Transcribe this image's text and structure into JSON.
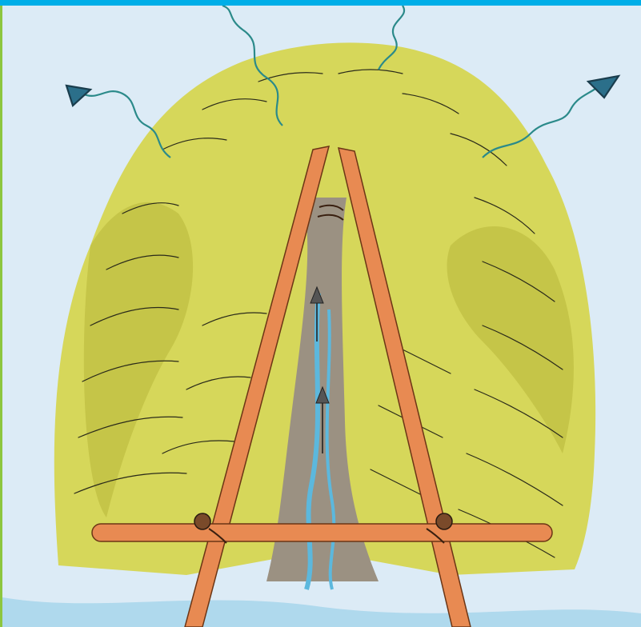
{
  "frame": {
    "top_bar_color": "#00aee8",
    "left_bar_color": "#8dc63f"
  },
  "illustration": {
    "subject": "haystack-on-wooden-a-frame",
    "colors": {
      "sky": "#dcebf6",
      "hay_light": "#d6d75a",
      "hay_dark": "#b8b63a",
      "wood": "#e88a52",
      "chimney": "#9b9182",
      "water": "#5cb8dd",
      "airflow": "#2b8a8a"
    },
    "icons": [
      "heat-wave-arrow-left",
      "heat-wave-arrow-center",
      "heat-wave-arrow-right",
      "vent-arrow-upper",
      "vent-arrow-lower"
    ]
  }
}
